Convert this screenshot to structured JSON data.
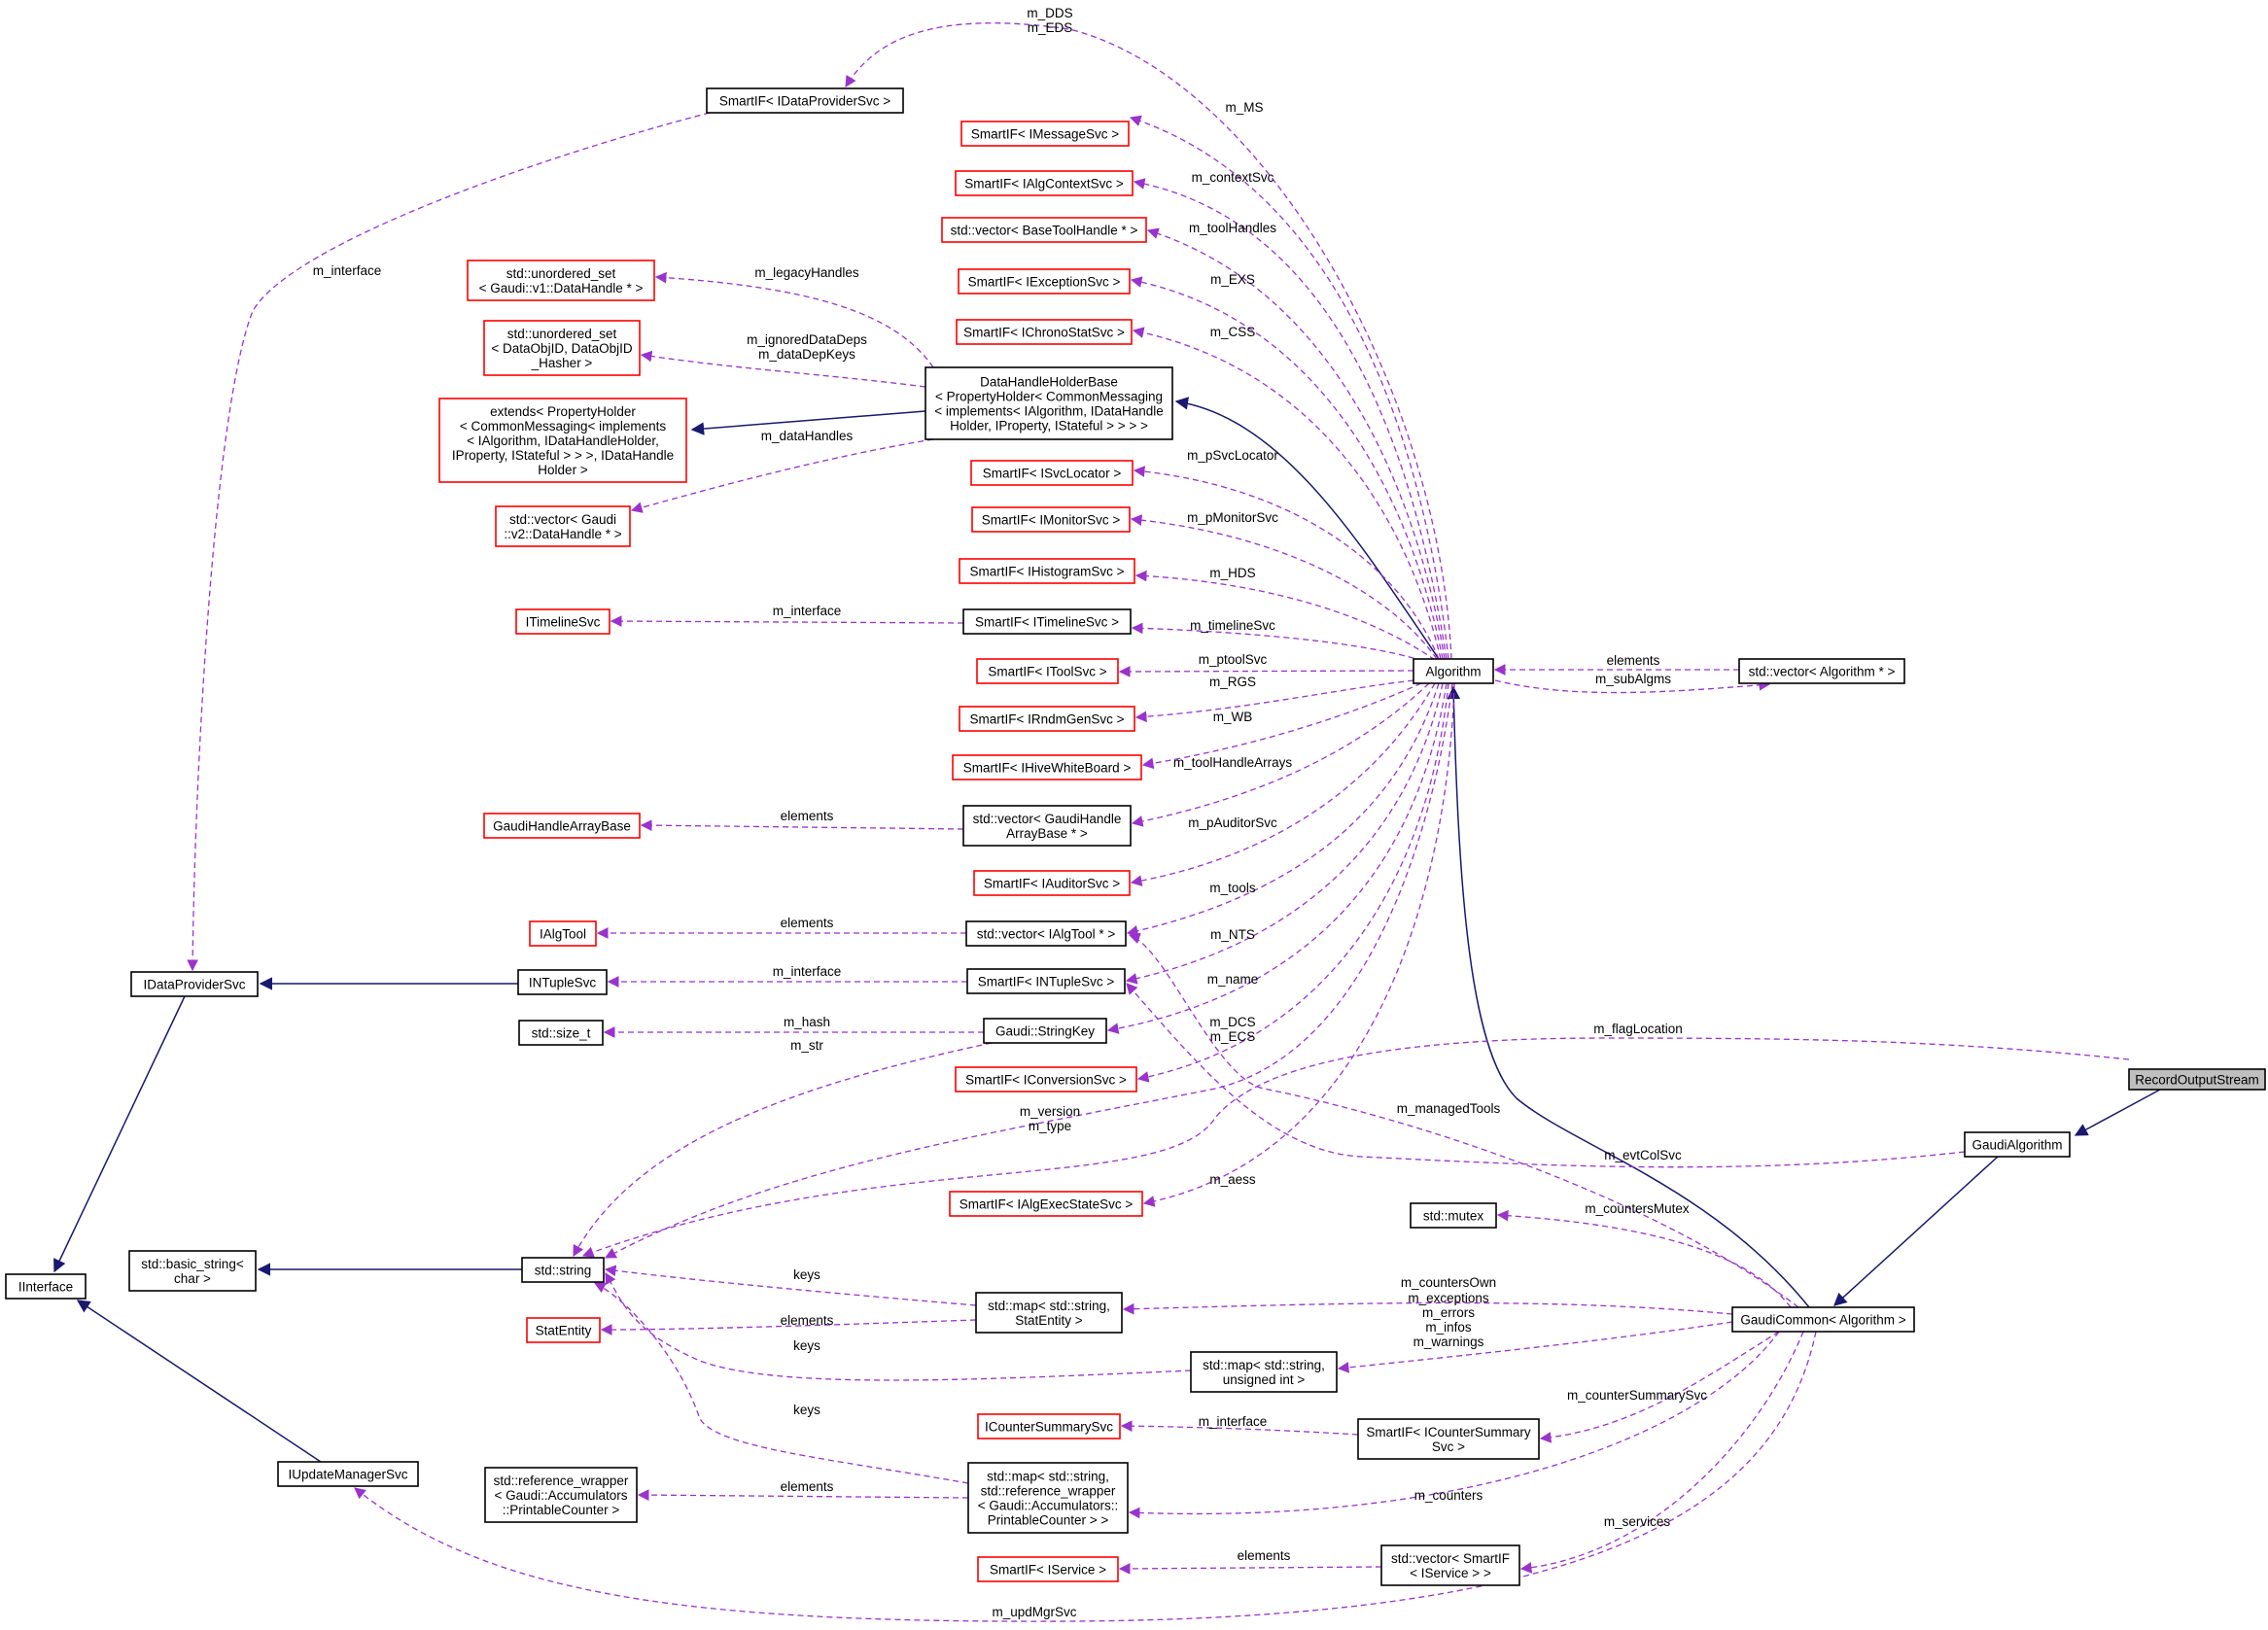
{
  "colors": {
    "node_black": "#000000",
    "node_red": "#ff0000",
    "node_highlight_fill": "#bfbfbf",
    "edge_inherit": "#191970",
    "edge_member": "#9a32cd"
  },
  "nodes": {
    "RecordOutputStream": "RecordOutputStream",
    "GaudiAlgorithm": "GaudiAlgorithm",
    "GaudiCommon": "GaudiCommon< Algorithm >",
    "Algorithm": "Algorithm",
    "VectorAlgorithm": "std::vector< Algorithm * >",
    "DataHandleHolderBase": [
      "DataHandleHolderBase",
      "< PropertyHolder< CommonMessaging",
      "< implements< IAlgorithm, IDataHandle",
      "Holder, IProperty, IStateful > > > >"
    ],
    "SmartIFDataProvider": "SmartIF< IDataProviderSvc >",
    "SmartIFMessage": "SmartIF< IMessageSvc >",
    "SmartIFAlgContext": "SmartIF< IAlgContextSvc >",
    "VectorBaseToolHandle": "std::vector< BaseToolHandle * >",
    "SmartIFException": "SmartIF< IExceptionSvc >",
    "SmartIFChronoStat": "SmartIF< IChronoStatSvc >",
    "UnorderedSetDataHandle": [
      "std::unordered_set",
      "< Gaudi::v1::DataHandle * >"
    ],
    "UnorderedSetDataObjID": [
      "std::unordered_set",
      "< DataObjID, DataObjID",
      "_Hasher >"
    ],
    "ExtendsPropertyHolder": [
      "extends< PropertyHolder",
      "< CommonMessaging< implements",
      "< IAlgorithm, IDataHandleHolder,",
      "IProperty, IStateful > > >, IDataHandle",
      "Holder >"
    ],
    "VectorDataHandleV2": [
      "std::vector< Gaudi",
      "::v2::DataHandle * >"
    ],
    "SmartIFSvcLocator": "SmartIF< ISvcLocator >",
    "SmartIFMonitor": "SmartIF< IMonitorSvc >",
    "SmartIFHistogram": "SmartIF< IHistogramSvc >",
    "ITimelineSvc": "ITimelineSvc",
    "SmartIFTimeline": "SmartIF< ITimelineSvc >",
    "SmartIFToolSvc": "SmartIF< IToolSvc >",
    "SmartIFRndmGen": "SmartIF< IRndmGenSvc >",
    "SmartIFHiveWhiteBoard": "SmartIF< IHiveWhiteBoard >",
    "GaudiHandleArrayBase": "GaudiHandleArrayBase",
    "VectorGaudiHandleArrayBase": [
      "std::vector< GaudiHandle",
      "ArrayBase * >"
    ],
    "SmartIFAuditor": "SmartIF< IAuditorSvc >",
    "IAlgTool": "IAlgTool",
    "VectorIAlgTool": "std::vector< IAlgTool * >",
    "IDataProviderSvc": "IDataProviderSvc",
    "INTupleSvc": "INTupleSvc",
    "SmartIFNTuple": "SmartIF< INTupleSvc >",
    "StdSizeT": "std::size_t",
    "StringKey": "Gaudi::StringKey",
    "SmartIFConversion": "SmartIF< IConversionSvc >",
    "SmartIFAlgExecState": "SmartIF< IAlgExecStateSvc >",
    "IInterface": "IInterface",
    "BasicString": [
      "std::basic_string<",
      "char >"
    ],
    "StdString": "std::string",
    "StdMutex": "std::mutex",
    "StatEntity": "StatEntity",
    "MapStringStatEntity": [
      "std::map< std::string,",
      "StatEntity >"
    ],
    "MapStringUnsigned": [
      "std::map< std::string,",
      "unsigned int >"
    ],
    "ICounterSummarySvc": "ICounterSummarySvc",
    "SmartIFCounterSummary": [
      "SmartIF< ICounterSummary",
      "Svc >"
    ],
    "IUpdateManagerSvc": "IUpdateManagerSvc",
    "RefWrapperPrintable": [
      "std::reference_wrapper",
      "< Gaudi::Accumulators",
      "::PrintableCounter >"
    ],
    "MapStringRefWrapper": [
      "std::map< std::string,",
      "std::reference_wrapper",
      "< Gaudi::Accumulators::",
      "PrintableCounter > >"
    ],
    "SmartIFIService": "SmartIF< IService >",
    "VectorSmartIFIService": [
      "std::vector< SmartIF",
      "< IService > >"
    ]
  },
  "edge_labels": {
    "m_DDS_EDS": [
      "m_DDS",
      "m_EDS"
    ],
    "m_interface_dp": "m_interface",
    "m_MS": "m_MS",
    "m_contextSvc": "m_contextSvc",
    "m_toolHandles": "m_toolHandles",
    "m_legacyHandles": "m_legacyHandles",
    "m_EXS": "m_EXS",
    "m_ignoredDataDeps": [
      "m_ignoredDataDeps",
      "m_dataDepKeys"
    ],
    "m_CSS": "m_CSS",
    "m_dataHandles": "m_dataHandles",
    "m_pSvcLocator": "m_pSvcLocator",
    "m_pMonitorSvc": "m_pMonitorSvc",
    "m_HDS": "m_HDS",
    "m_interface_tl": "m_interface",
    "m_timelineSvc": "m_timelineSvc",
    "m_ptoolSvc": "m_ptoolSvc",
    "elements_alg": "elements",
    "m_RGS": "m_RGS",
    "m_subAlgms": "m_subAlgms",
    "m_WB": "m_WB",
    "m_toolHandleArrays": "m_toolHandleArrays",
    "elements_gha": "elements",
    "m_pAuditorSvc": "m_pAuditorSvc",
    "m_tools": "m_tools",
    "elements_algtool": "elements",
    "m_NTS": "m_NTS",
    "m_interface_nt": "m_interface",
    "m_name": "m_name",
    "m_hash": "m_hash",
    "m_DCS_ECS": [
      "m_DCS",
      "m_ECS"
    ],
    "m_str": "m_str",
    "m_flagLocation": "m_flagLocation",
    "m_version_type": [
      "m_version",
      "m_type"
    ],
    "m_managedTools": "m_managedTools",
    "m_evtColSvc": "m_evtColSvc",
    "m_aess": "m_aess",
    "m_countersMutex": "m_countersMutex",
    "keys_1": "keys",
    "m_countersOwn": "m_countersOwn",
    "elements_stat": "elements",
    "keys_2": "keys",
    "m_exceptions": [
      "m_exceptions",
      "m_errors",
      "m_infos",
      "m_warnings"
    ],
    "m_counterSummarySvc": "m_counterSummarySvc",
    "keys_3": "keys",
    "m_interface_cs": "m_interface",
    "elements_ref": "elements",
    "m_counters": "m_counters",
    "m_services": "m_services",
    "elements_svc": "elements",
    "m_updMgrSvc": "m_updMgrSvc"
  }
}
